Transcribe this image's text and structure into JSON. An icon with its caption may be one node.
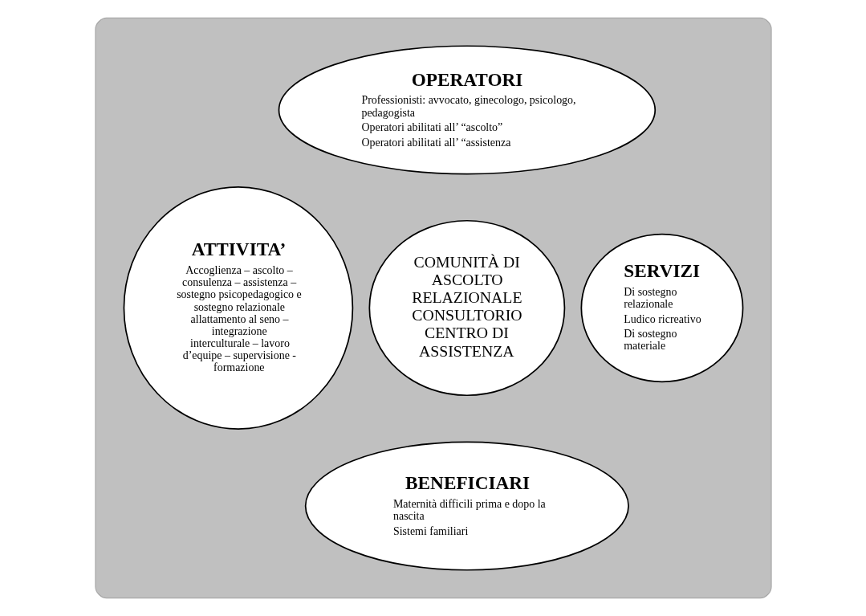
{
  "diagram": {
    "nodes": [
      {
        "text": [],
        "shape": "ellipse"
      },
      {
        "text": [
          "OPERATORI",
          "Professionisti: avvocato, ginecologo, psicologo, pedagogista",
          "Operatori abilitati all’ “ascolto”",
          "Operatori abilitati all’ “assistenza"
        ],
        "in": 0
      },
      {
        "text": [
          "ATTIVITA’",
          "Accoglienza – ascolto – consulenza – assistenza – sostegno psicopedagogico e sostegno relazionale allattamento al seno – integrazione interculturale – lavoro d’equipe – supervisione - formazione"
        ],
        "in": 0
      },
      {
        "text": [
          "COMUNITÀ DI ASCOLTO RELAZIONALE CONSULTORIO CENTRO DI ASSISTENZA"
        ],
        "in": 0
      },
      {
        "text": [
          "SERVIZI",
          "Di sostegno relazionale",
          "Ludico ricreativo",
          "Di sostegno materiale"
        ],
        "in": 0
      },
      {
        "text": [
          "BENEFICIARI",
          "Maternità difficili prima e dopo la nascita",
          "Sistemi familiari"
        ],
        "in": 0
      }
    ],
    "edges": []
  }
}
